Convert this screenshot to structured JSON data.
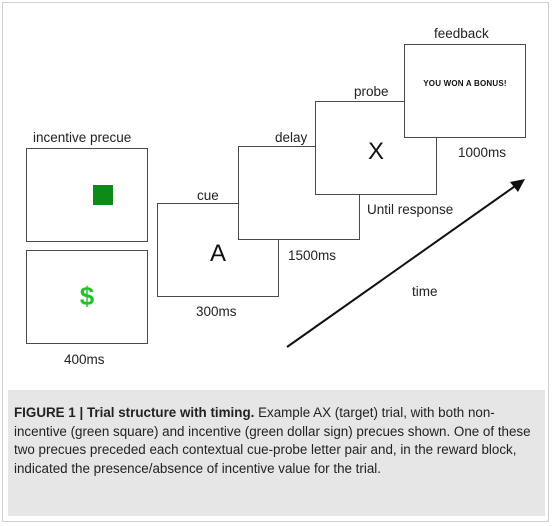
{
  "figure": {
    "precue_label": "incentive precue",
    "precue_duration": "400ms",
    "cue_label": "cue",
    "cue_letter": "A",
    "cue_duration": "300ms",
    "delay_label": "delay",
    "delay_duration": "1500ms",
    "probe_label": "probe",
    "probe_letter": "X",
    "probe_duration": "Until response",
    "feedback_label": "feedback",
    "feedback_text": "YOU WON A BONUS!",
    "feedback_duration": "1000ms",
    "time_label": "time",
    "square_color": "#0e8a16",
    "dollar_symbol": "$",
    "dollar_color": "#22c22b"
  },
  "caption": {
    "title": "FIGURE 1 | Trial structure with timing.",
    "body": " Example AX (target) trial, with both non-incentive (green square) and incentive (green dollar sign) precues shown. One of these two precues preceded each contextual cue-probe letter pair and, in the reward block, indicated the presence/absence of incentive value for the trial."
  }
}
